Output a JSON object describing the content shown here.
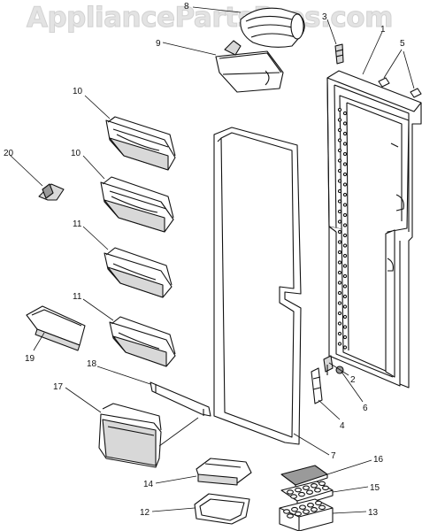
{
  "watermark": {
    "text": "AppliancePartsPros.com"
  },
  "colors": {
    "ink": "#111111",
    "watermark": "#e3e3e3",
    "background": "#ffffff"
  },
  "callouts": [
    "1",
    "2",
    "3",
    "4",
    "5",
    "6",
    "7",
    "8",
    "9",
    "10",
    "10",
    "11",
    "11",
    "12",
    "13",
    "14",
    "15",
    "16",
    "17",
    "18",
    "19",
    "20"
  ]
}
